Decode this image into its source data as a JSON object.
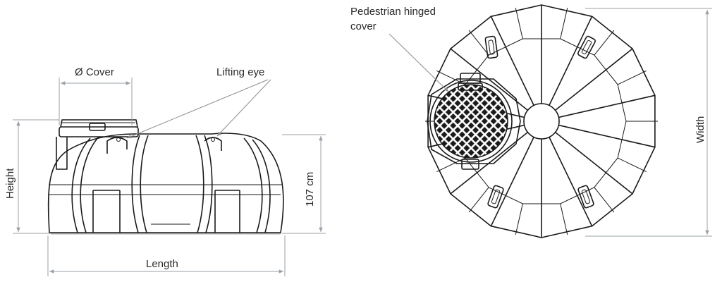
{
  "labels": {
    "cover_diameter": "Ø Cover",
    "lifting_eye": "Lifting eye",
    "height": "Height",
    "height_value": "107 cm",
    "length": "Length",
    "pedestrian_cover_line1": "Pedestrian hinged",
    "pedestrian_cover_line2": "cover",
    "width": "Width"
  },
  "colors": {
    "line": "#1a1a1a",
    "dimension": "#9aa0a6",
    "text": "#2a2a2a",
    "shadow": "#b5b5b5"
  }
}
